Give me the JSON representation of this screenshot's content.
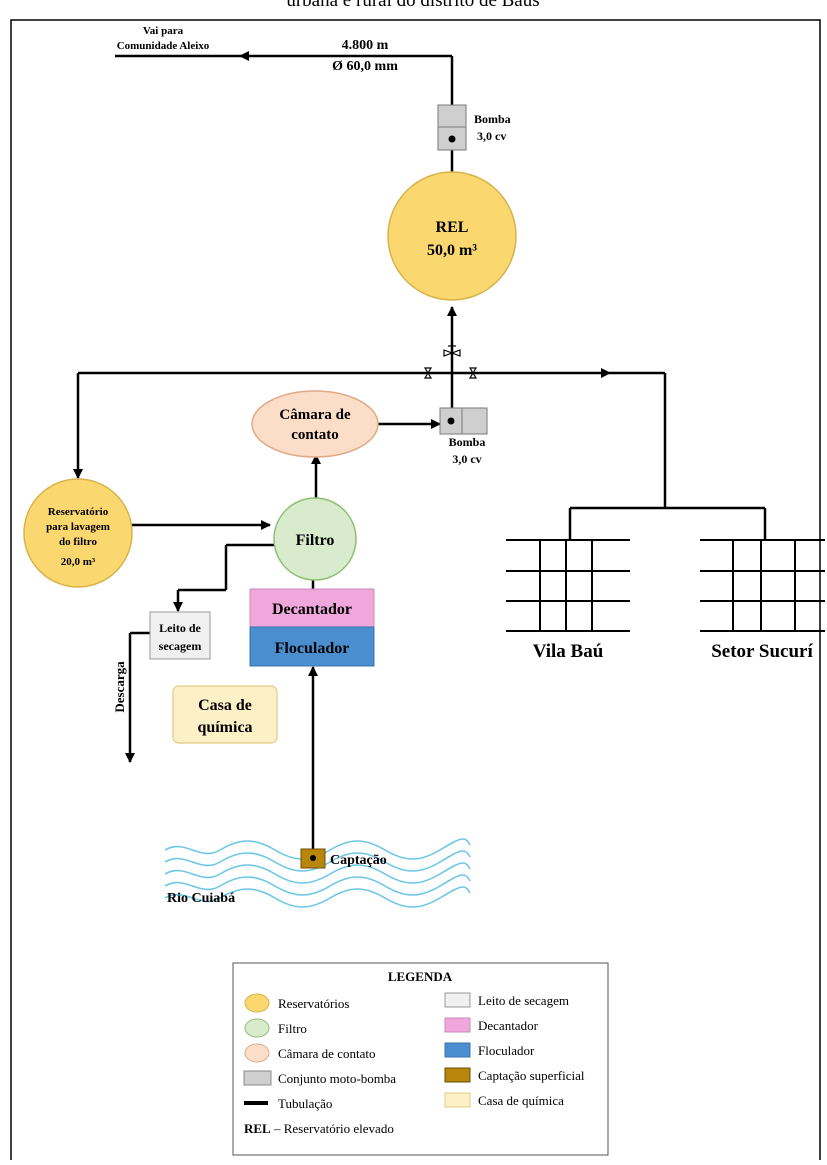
{
  "header": {
    "title": "urbana e rural do distrito de Baús"
  },
  "colors": {
    "reservatorio": "#fbd86f",
    "reservatorio_stroke": "#d9b24a",
    "filtro": "#d8ebcc",
    "filtro_stroke": "#8fbf75",
    "camara": "#fbddc8",
    "camara_stroke": "#e0a98a",
    "bomba": "#cfcfcf",
    "bomba_stroke": "#7a7a7a",
    "leito": "#f0f0f0",
    "leito_stroke": "#9a9a9a",
    "decantador": "#f0a8dc",
    "floculador": "#4a8ed0",
    "captacao": "#b8860b",
    "casa_quimica": "#fdf0c6",
    "casa_quimica_stroke": "#e3c987",
    "water": "#6cc6e8",
    "pipe": "#000000"
  },
  "diagram": {
    "vai_para_line1": "Vai para",
    "vai_para_line2": "Comunidade Aleixo",
    "pipe_length": "4.800 m",
    "pipe_diameter": "Ø 60,0 mm",
    "bomba_top_line1": "Bomba",
    "bomba_top_line2": "3,0 cv",
    "rel_line1": "REL",
    "rel_line2": "50,0 m³",
    "camara_line1": "Câmara de",
    "camara_line2": "contato",
    "bomba_mid_line1": "Bomba",
    "bomba_mid_line2": "3,0 cv",
    "reservatorio_line1": "Reservatório",
    "reservatorio_line2": "para lavagem",
    "reservatorio_line3": "do filtro",
    "reservatorio_line4": "20,0 m³",
    "filtro": "Filtro",
    "decantador": "Decantador",
    "floculador": "Floculador",
    "leito_line1": "Leito de",
    "leito_line2": "secagem",
    "descarga": "Descarga",
    "casa_line1": "Casa de",
    "casa_line2": "química",
    "captacao": "Captação",
    "rio": "Rio Cuiabá",
    "vila_bau": "Vila Baú",
    "setor_sucuri": "Setor Sucurí"
  },
  "legend": {
    "title": "LEGENDA",
    "left": [
      "Reservatórios",
      "Filtro",
      "Câmara de contato",
      "Conjunto moto-bomba",
      "Tubulação"
    ],
    "right": [
      "Leito de secagem",
      "Decantador",
      "Floculador",
      "Captação superficial",
      "Casa de química"
    ],
    "rel_abbr": "REL",
    "rel_desc": " – Reservatório elevado"
  }
}
